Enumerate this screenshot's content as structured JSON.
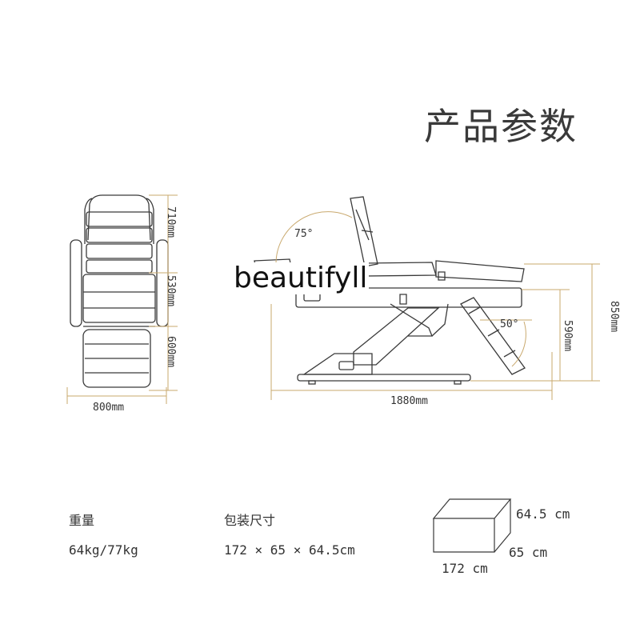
{
  "header": {
    "title": "产品参数"
  },
  "top_view": {
    "dim_head": "710mm",
    "dim_mid": "530mm",
    "dim_leg": "600mm",
    "dim_width": "800mm"
  },
  "side_view": {
    "angle_back": "75°",
    "angle_leg": "50°",
    "dim_length": "1880mm",
    "dim_height_seat": "590mm",
    "dim_height_total": "850mm"
  },
  "watermark": "beautifyll",
  "specs": {
    "weight_label": "重量",
    "weight_value": "64kg/77kg",
    "package_label": "包装尺寸",
    "package_value": "172 × 65 × 64.5cm"
  },
  "box": {
    "height": "64.5 cm",
    "depth": "65 cm",
    "length": "172 cm"
  },
  "colors": {
    "dim_line": "#c9a96e",
    "outline": "#3a3a3a"
  }
}
